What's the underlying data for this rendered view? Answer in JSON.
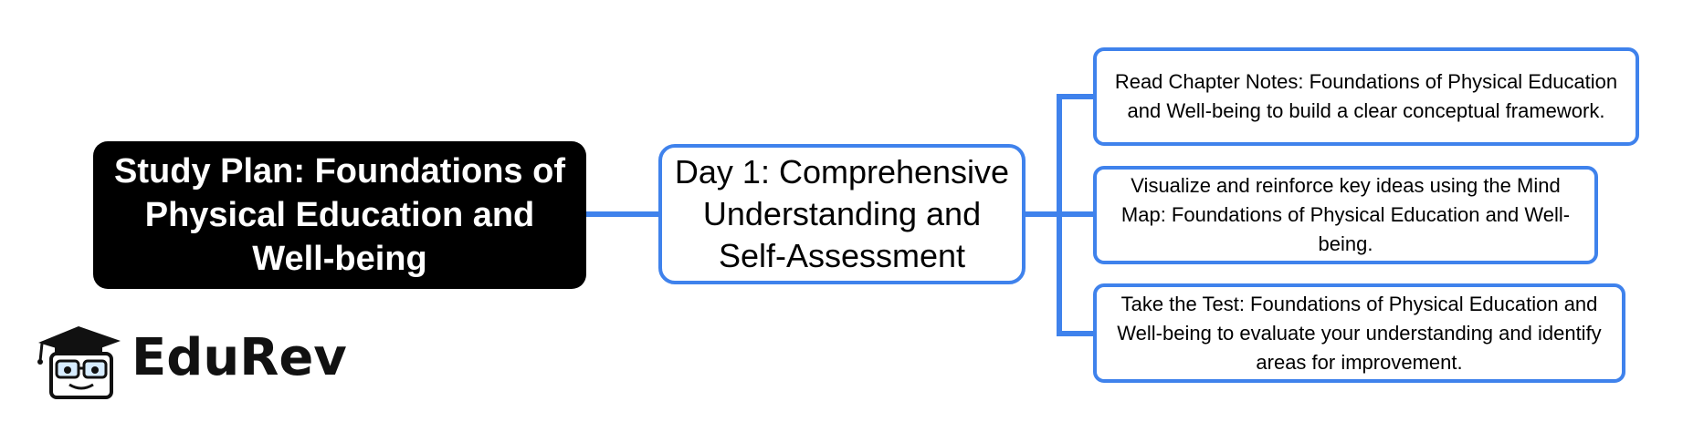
{
  "root": {
    "title": "Study Plan: Foundations of Physical Education and Well-being"
  },
  "day": {
    "title": "Day 1: Comprehensive Understanding and Self-Assessment"
  },
  "tasks": [
    "Read Chapter Notes: Foundations of Physical Education and Well-being to build a clear conceptual framework.",
    "Visualize and reinforce key ideas using the Mind Map: Foundations of Physical Education and Well-being.",
    "Take the Test: Foundations of Physical Education and Well-being to evaluate your understanding and identify areas for improvement."
  ],
  "logo": {
    "brand": "EduRev"
  },
  "colors": {
    "connector": "#3f82ec",
    "root_bg": "#000000"
  }
}
